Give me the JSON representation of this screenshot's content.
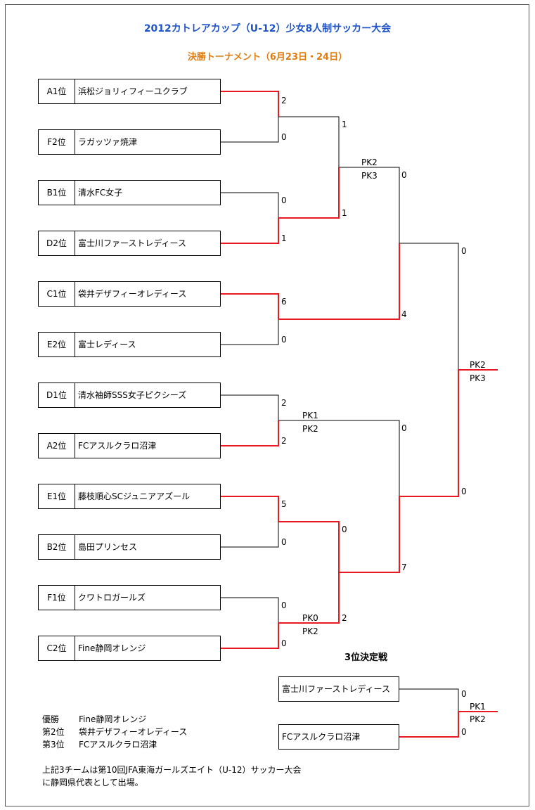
{
  "title": "2012カトレアカップ（U-12）少女8人制サッカー大会",
  "subtitle": "決勝トーナメント（6月23日・24日）",
  "teams": [
    {
      "seed": "A1位",
      "name": "浜松ジョリィフィーユクラブ"
    },
    {
      "seed": "F2位",
      "name": "ラガッツァ焼津"
    },
    {
      "seed": "B1位",
      "name": "清水FC女子"
    },
    {
      "seed": "D2位",
      "name": "富士川ファーストレディース"
    },
    {
      "seed": "C1位",
      "name": "袋井デザフィーオレディース"
    },
    {
      "seed": "E2位",
      "name": "富士レディース"
    },
    {
      "seed": "D1位",
      "name": "清水袖師SSS女子ピクシーズ"
    },
    {
      "seed": "A2位",
      "name": "FCアスルクラロ沼津"
    },
    {
      "seed": "E1位",
      "name": "藤枝順心SCジュニアアズール"
    },
    {
      "seed": "B2位",
      "name": "島田プリンセス"
    },
    {
      "seed": "F1位",
      "name": "クワトロガールズ"
    },
    {
      "seed": "C2位",
      "name": "Fine静岡オレンジ"
    }
  ],
  "scores": {
    "r1": [
      "2",
      "0",
      "0",
      "1",
      "6",
      "0",
      "2",
      "2",
      "5",
      "0",
      "0",
      "0"
    ],
    "r1_pk": [
      "PK1",
      "PK2",
      "PK0",
      "PK2"
    ],
    "r2": [
      "1",
      "1",
      "0",
      "2"
    ],
    "r2_pk": [
      "PK2",
      "PK3"
    ],
    "sf": [
      "0",
      "4",
      "0",
      "7"
    ],
    "final": [
      "0",
      "0"
    ],
    "final_pk": [
      "PK2",
      "PK3"
    ]
  },
  "third_place": {
    "title": "3位決定戦",
    "teams": [
      "富士川ファーストレディース",
      "FCアスルクラロ沼津"
    ],
    "scores": [
      "0",
      "0"
    ],
    "pk": [
      "PK1",
      "PK2"
    ]
  },
  "results": [
    {
      "label": "優勝",
      "team": "Fine静岡オレンジ"
    },
    {
      "label": "第2位",
      "team": "袋井デザフィーオレディース"
    },
    {
      "label": "第3位",
      "team": "FCアスルクラロ沼津"
    }
  ],
  "note": {
    "line1": "上記3チームは第10回JFA東海ガールズエイト（U-12）サッカー大会",
    "line2": "に静岡県代表として出場。"
  },
  "colors": {
    "title": "#1f55c8",
    "subtitle": "#e07d10",
    "winner_line": "#e8191f",
    "line": "#000000"
  }
}
